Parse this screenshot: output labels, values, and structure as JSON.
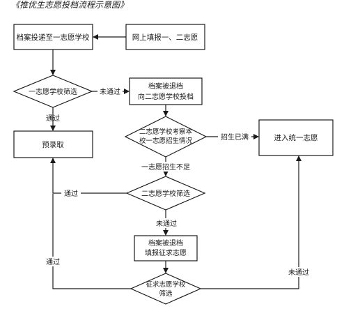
{
  "title": "《推优生志愿投档流程示意图》",
  "nodes": {
    "box_archive_first": "档案投递至一志愿学校",
    "box_online": "网上填报一、二志愿",
    "dia_first_screen": "一志愿学校筛选",
    "box_return_l1": "档案被退档",
    "box_return_l2": "向二志愿学校投档",
    "dia_check_l1": "二志愿学校考察本",
    "dia_check_l2": "校一志愿招生情况",
    "box_admit": "预录取",
    "box_first_admit": "进入统一志愿",
    "dia_second_screen": "二志愿学校筛选",
    "box_fill_l1": "档案被退档",
    "box_fill_l2": "填报征求志愿",
    "dia_solicit_l1": "征求志愿学校",
    "dia_solicit_l2": "筛选"
  },
  "labels": {
    "fail_1": "未通过",
    "pass_1": "通过",
    "full": "招生已满",
    "not_full": "一志愿招生不足",
    "pass_2": "通过",
    "fail_2": "未通过",
    "pass_3": "通过",
    "fail_3": "未通过"
  }
}
